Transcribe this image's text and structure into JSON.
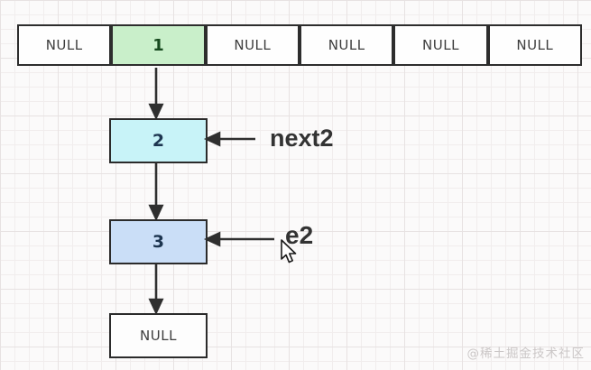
{
  "diagram": {
    "kind": "hash-table-bucket-with-linked-chain",
    "bucket_row": {
      "cells": [
        {
          "label": "NULL",
          "variant": "empty"
        },
        {
          "label": "1",
          "variant": "occupied"
        },
        {
          "label": "NULL",
          "variant": "empty"
        },
        {
          "label": "NULL",
          "variant": "empty"
        },
        {
          "label": "NULL",
          "variant": "empty"
        },
        {
          "label": "NULL",
          "variant": "empty"
        }
      ]
    },
    "chain": {
      "node2": {
        "label": "2"
      },
      "node3": {
        "label": "3"
      },
      "tail": {
        "label": "NULL"
      }
    },
    "annotations": {
      "next_pointer_label": "next2",
      "entry_label": "e2"
    },
    "colors": {
      "occupied_bucket_fill": "#c9efca",
      "node2_fill": "#c8f3f8",
      "node3_fill": "#cadef7",
      "empty_fill": "#fdfdfd",
      "border": "#2b2b2b",
      "label_text": "#333333",
      "grid_minor": "#f1eded",
      "grid_major": "#e7e2e2",
      "watermark_text": "#cbc7c7"
    }
  },
  "watermark": {
    "text": "@稀土掘金技术社区"
  }
}
